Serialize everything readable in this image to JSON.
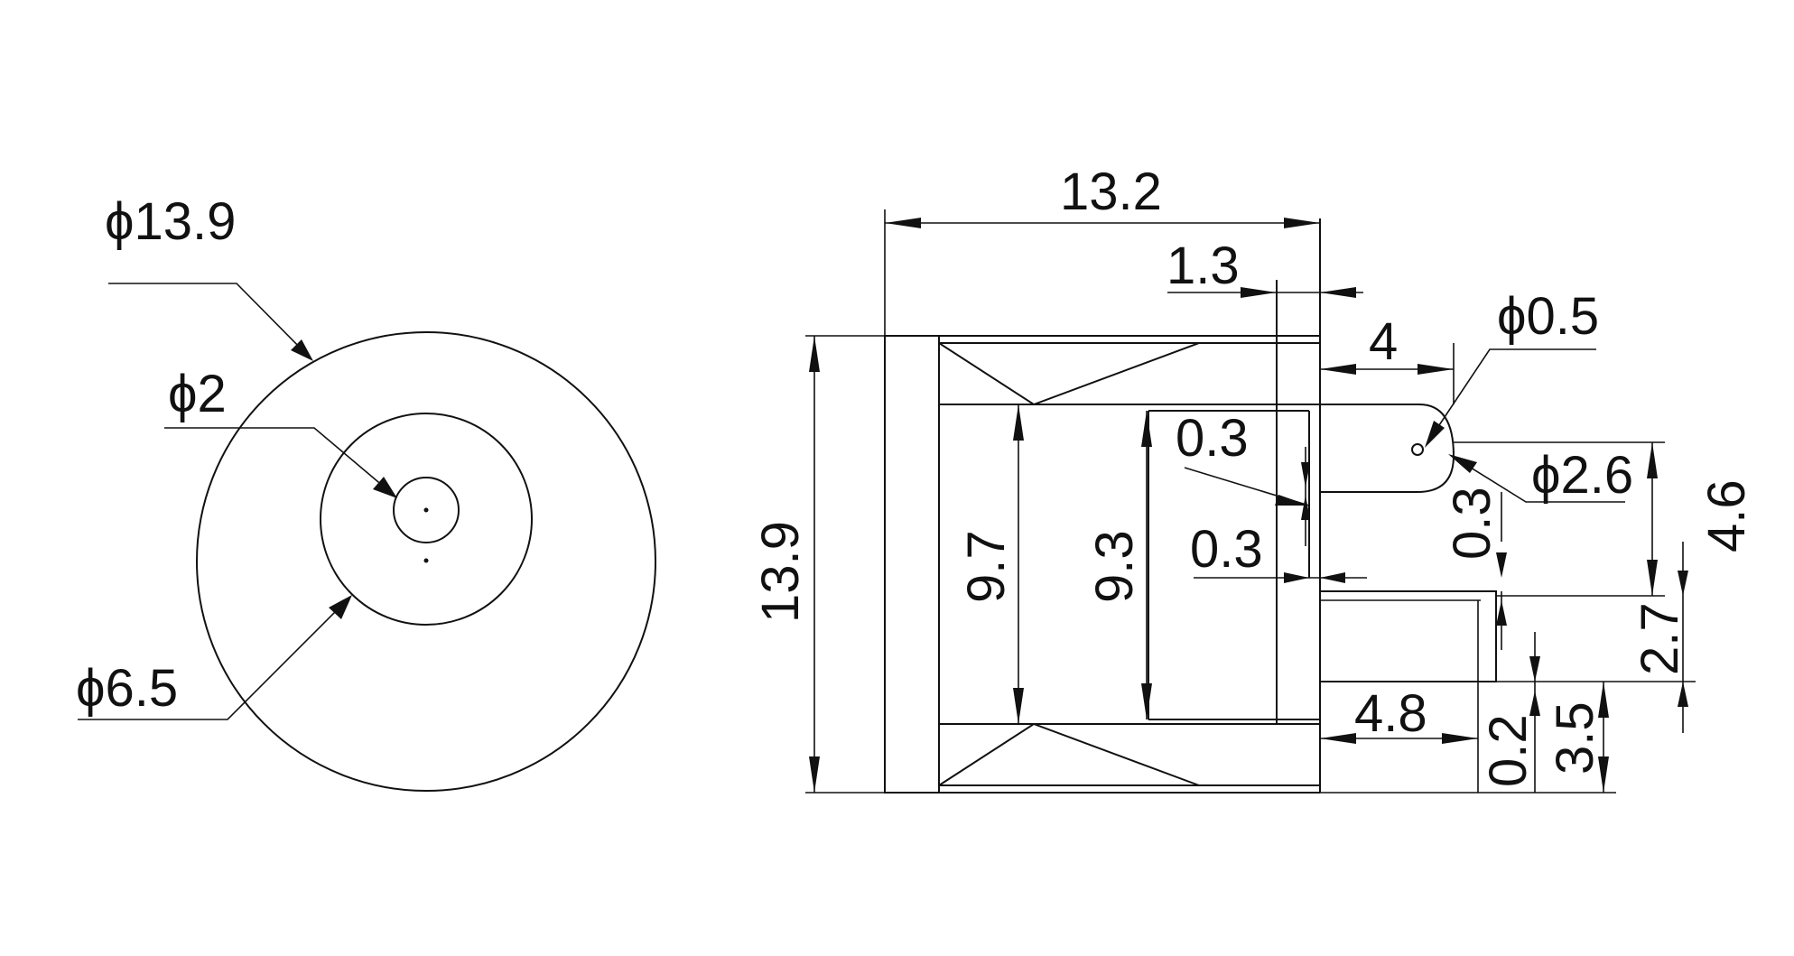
{
  "front_view": {
    "outer_diameter": "ϕ13.9",
    "pin_diameter": "ϕ2",
    "inner_diameter": "ϕ6.5"
  },
  "side_view": {
    "overall_length": "13.2",
    "flange_thickness": "1.3",
    "overall_height": "13.9",
    "inner_height_a": "9.7",
    "inner_height_b": "9.3",
    "gap_upper": "0.3",
    "gap_lower": "0.3",
    "terminal_length_top": "4",
    "hole_diameter": "ϕ0.5",
    "terminal_end_diameter": "ϕ2.6",
    "terminal_offset": "0.3",
    "terminal_height": "4.6",
    "lower_terminal_gap": "2.7",
    "lower_terminal_length": "4.8",
    "lower_terminal_offset": "0.2",
    "lower_terminal_height": "3.5"
  }
}
